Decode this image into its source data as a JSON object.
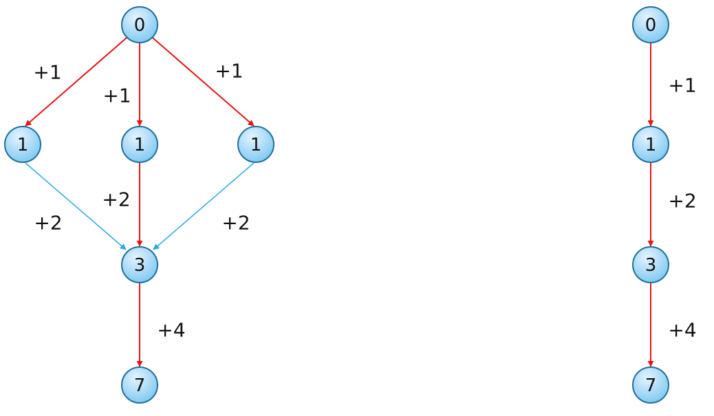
{
  "colors": {
    "node_fill_top": "#e4f4ff",
    "node_fill_bottom": "#7cc7f2",
    "node_stroke": "#1f6f9a",
    "edge_red": "#e61414",
    "edge_blue": "#29a9e1"
  },
  "left_graph": {
    "nodes": {
      "root": "0",
      "left": "1",
      "center": "1",
      "right": "1",
      "merge": "3",
      "final": "7"
    },
    "edges": {
      "root_left": "+1",
      "root_center": "+1",
      "root_right": "+1",
      "left_merge": "+2",
      "center_merge": "+2",
      "right_merge": "+2",
      "merge_final": "+4"
    }
  },
  "right_graph": {
    "nodes": {
      "n0": "0",
      "n1": "1",
      "n3": "3",
      "n7": "7"
    },
    "edges": {
      "e01": "+1",
      "e13": "+2",
      "e37": "+4"
    }
  }
}
